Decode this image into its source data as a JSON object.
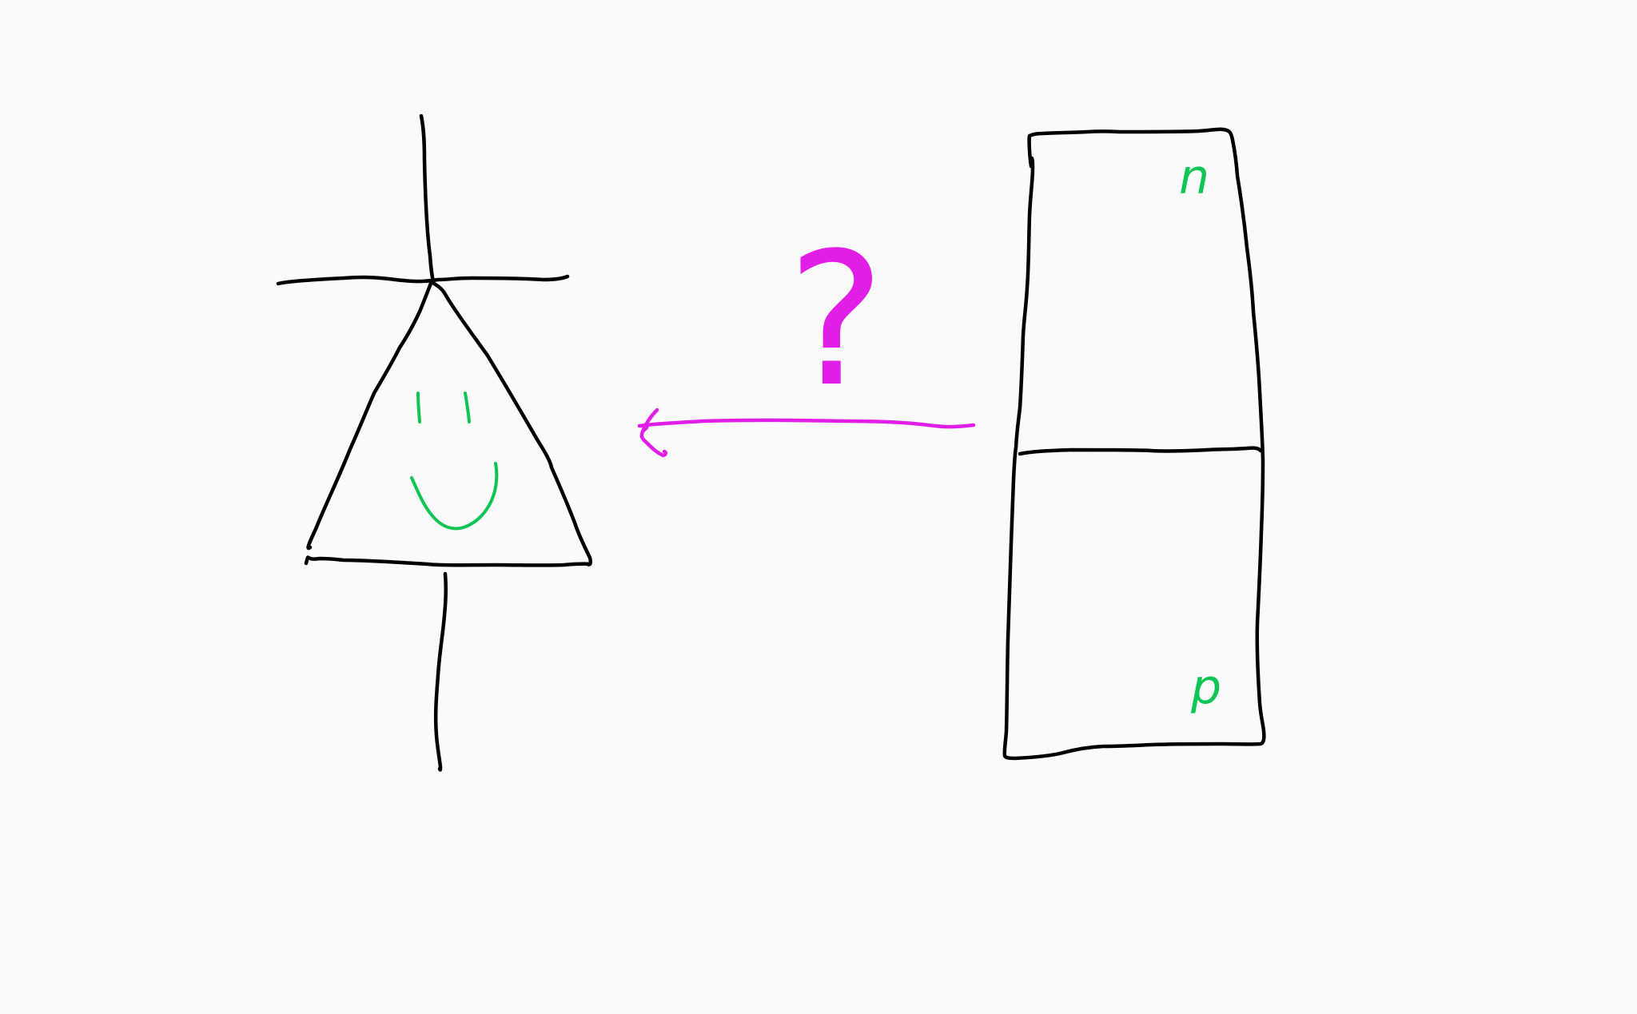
{
  "colors": {
    "background": "#fafafa",
    "ink": "#000000",
    "highlight_green": "#11c456",
    "arrow_magenta": "#e01ee6"
  },
  "diode_symbol": {
    "face": "smiley"
  },
  "arrow": {
    "direction": "right-to-left",
    "question_mark": "?"
  },
  "pn_junction": {
    "top_region_label": "n",
    "bottom_region_label": "p"
  }
}
